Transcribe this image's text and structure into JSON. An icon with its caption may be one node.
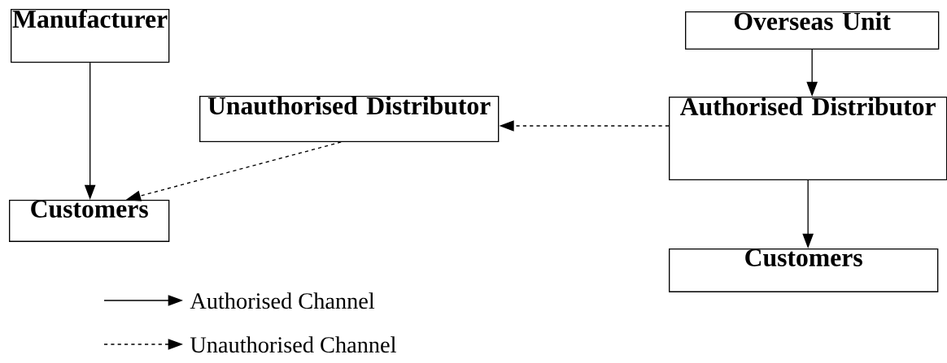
{
  "diagram": {
    "nodes": [
      {
        "text": [
          "Manufacturer"
        ]
      },
      {
        "text": [
          "Unauthorised Distributor"
        ]
      },
      {
        "text": [
          "Overseas Unit"
        ]
      },
      {
        "text": [
          "Authorised Distributor"
        ]
      },
      {
        "text": [
          "Customers"
        ]
      },
      {
        "text": [
          "Customers"
        ]
      }
    ],
    "edges": [
      {
        "from": 0,
        "to": 4,
        "arrow": "to"
      },
      {
        "from": 1,
        "to": 4,
        "arrow": "to",
        "style": "dashed"
      },
      {
        "from": 3,
        "to": 1,
        "arrow": "to",
        "style": "dashed"
      },
      {
        "from": 2,
        "to": 3,
        "arrow": "to"
      },
      {
        "from": 3,
        "to": 5,
        "arrow": "to"
      }
    ],
    "legend": [
      {
        "text": "Authorised Channel"
      },
      {
        "text": "Unauthorised Channel"
      }
    ]
  }
}
